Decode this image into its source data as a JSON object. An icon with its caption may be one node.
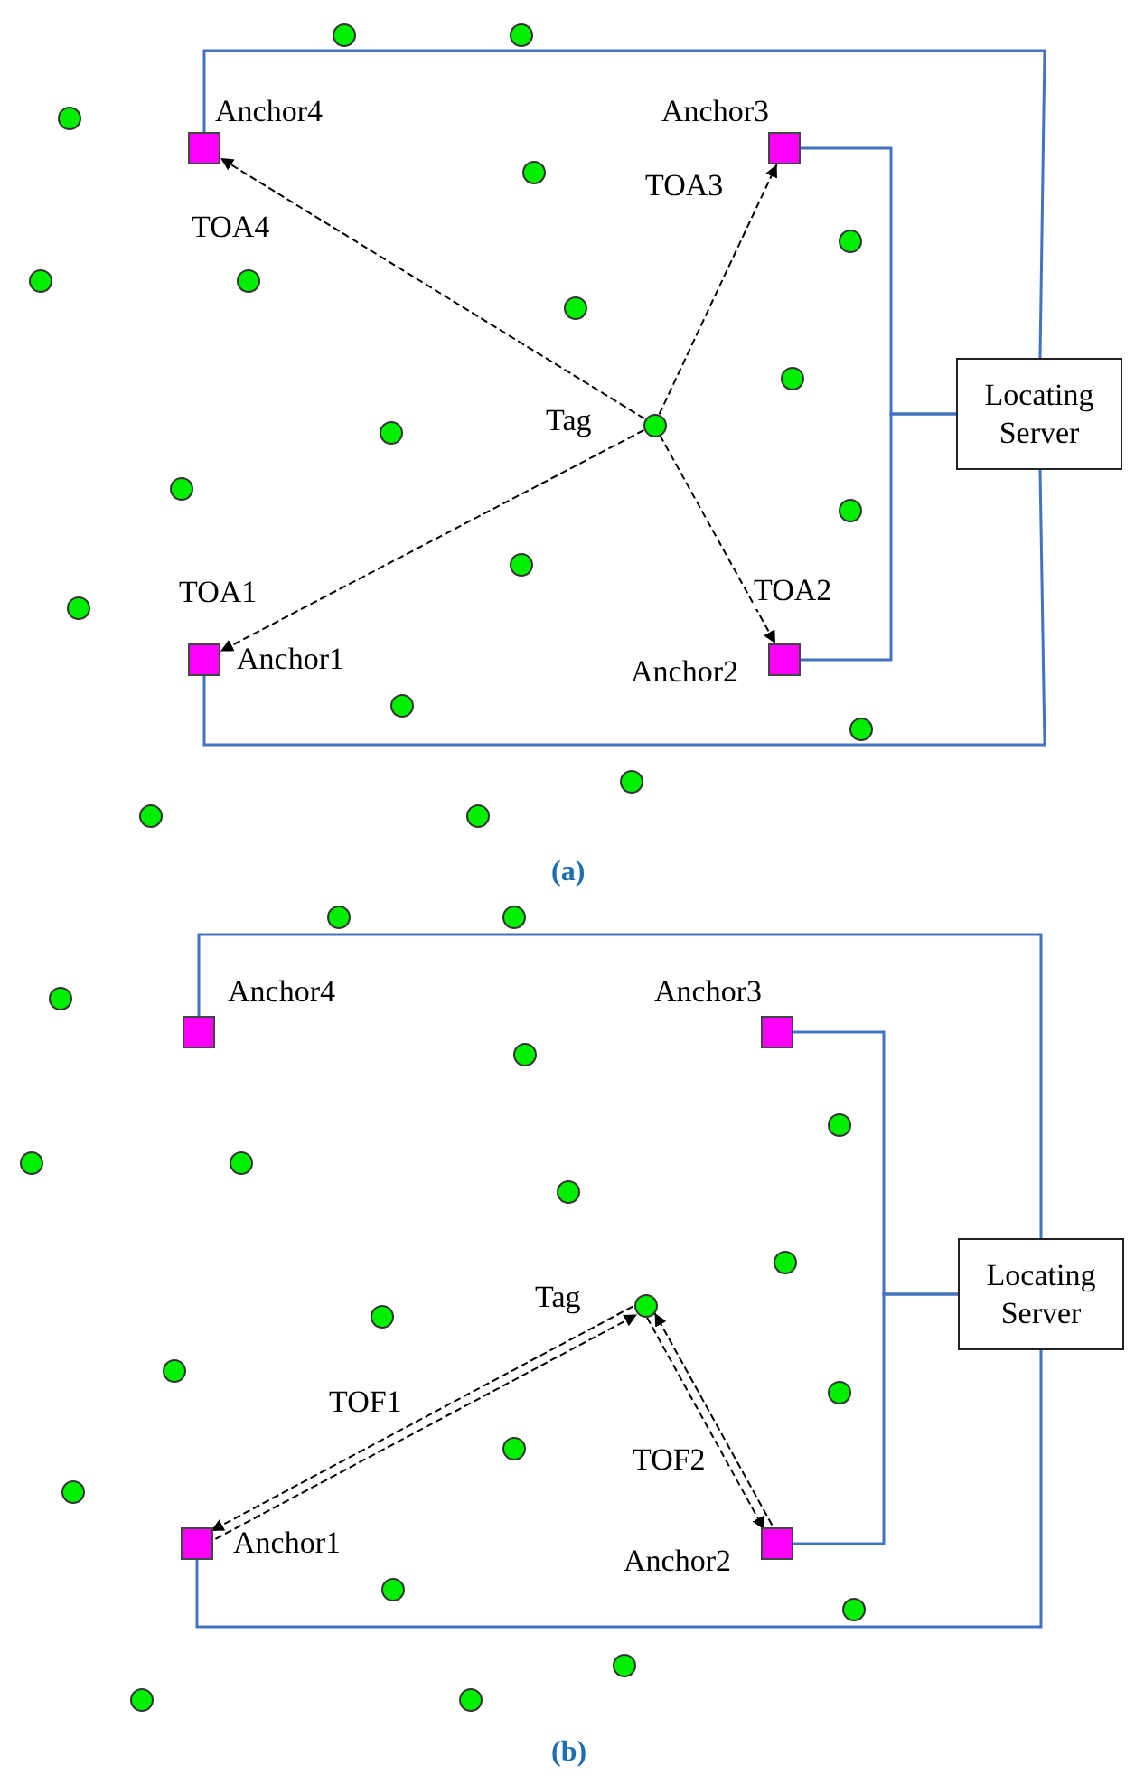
{
  "diagram": {
    "nodes": [
      {
        "text": [
          "Anchor4"
        ]
      },
      {
        "text": [
          "Anchor3"
        ]
      },
      {
        "text": [
          "Tag"
        ]
      },
      {
        "text": [
          "Locating Server"
        ]
      },
      {
        "text": [
          "Anchor1"
        ]
      },
      {
        "text": [
          "Anchor2"
        ]
      },
      {
        "text": [],
        "shape": "circle"
      },
      {
        "text": [],
        "shape": "circle"
      },
      {
        "text": [],
        "shape": "circle"
      },
      {
        "text": [],
        "shape": "circle"
      },
      {
        "text": [],
        "shape": "circle"
      },
      {
        "text": [],
        "shape": "circle"
      },
      {
        "text": [],
        "shape": "circle"
      },
      {
        "text": [],
        "shape": "circle"
      },
      {
        "text": [],
        "shape": "circle"
      },
      {
        "text": [],
        "shape": "circle"
      },
      {
        "text": [],
        "shape": "circle"
      },
      {
        "text": [],
        "shape": "circle"
      },
      {
        "text": [],
        "shape": "circle"
      },
      {
        "text": [],
        "shape": "circle"
      },
      {
        "text": [],
        "shape": "circle"
      },
      {
        "text": [],
        "shape": "circle"
      },
      {
        "text": [],
        "shape": "circle"
      },
      {
        "text": [],
        "shape": "circle"
      },
      {
        "text": [],
        "shape": "circle"
      },
      {
        "text": [
          "Anchor4"
        ]
      },
      {
        "text": [
          "Anchor3"
        ]
      },
      {
        "text": [
          "Tag"
        ]
      },
      {
        "text": [
          "Locating Server"
        ]
      },
      {
        "text": [
          "Anchor1"
        ]
      },
      {
        "text": [
          "Anchor2"
        ]
      },
      {
        "text": [],
        "shape": "circle"
      },
      {
        "text": [],
        "shape": "circle"
      },
      {
        "text": [],
        "shape": "circle"
      },
      {
        "text": [],
        "shape": "circle"
      },
      {
        "text": [],
        "shape": "circle"
      },
      {
        "text": [],
        "shape": "circle"
      },
      {
        "text": [],
        "shape": "circle"
      },
      {
        "text": [],
        "shape": "circle"
      },
      {
        "text": [],
        "shape": "circle"
      },
      {
        "text": [],
        "shape": "circle"
      },
      {
        "text": [],
        "shape": "circle"
      },
      {
        "text": [],
        "shape": "circle"
      },
      {
        "text": [],
        "shape": "circle"
      },
      {
        "text": [],
        "shape": "circle"
      },
      {
        "text": [],
        "shape": "circle"
      },
      {
        "text": [],
        "shape": "circle"
      },
      {
        "text": [],
        "shape": "circle"
      },
      {
        "text": [],
        "shape": "circle"
      },
      {
        "text": [],
        "shape": "circle"
      }
    ],
    "edges": [
      {
        "from": 2,
        "to": 0,
        "arrow": "to",
        "label": "TOA4",
        "style": "dashed"
      },
      {
        "from": 2,
        "to": 1,
        "arrow": "to",
        "label": "TOA3",
        "style": "dashed"
      },
      {
        "from": 2,
        "to": 4,
        "arrow": "to",
        "label": "TOA1",
        "style": "dashed"
      },
      {
        "from": 2,
        "to": 5,
        "arrow": "to",
        "label": "TOA2",
        "style": "dashed"
      },
      {
        "from": 0,
        "to": 3,
        "arrow": "none",
        "color": "#4472c4"
      },
      {
        "from": 1,
        "to": 3,
        "arrow": "none",
        "color": "#4472c4"
      },
      {
        "from": 4,
        "to": 3,
        "arrow": "none",
        "color": "#4472c4"
      },
      {
        "from": 5,
        "to": 3,
        "arrow": "none",
        "color": "#4472c4"
      },
      {
        "from": 29,
        "to": 27,
        "arrow": "to",
        "label": "TOF1",
        "style": "dashed"
      },
      {
        "from": 27,
        "to": 29,
        "arrow": "to",
        "style": "dashed"
      },
      {
        "from": 30,
        "to": 27,
        "arrow": "to",
        "label": "TOF2",
        "style": "dashed"
      },
      {
        "from": 27,
        "to": 30,
        "arrow": "to",
        "style": "dashed"
      },
      {
        "from": 25,
        "to": 28,
        "arrow": "none",
        "color": "#4472c4"
      },
      {
        "from": 26,
        "to": 28,
        "arrow": "none",
        "color": "#4472c4"
      },
      {
        "from": 29,
        "to": 28,
        "arrow": "none",
        "color": "#4472c4"
      },
      {
        "from": 30,
        "to": 28,
        "arrow": "none",
        "color": "#4472c4"
      }
    ],
    "labels": [
      "(a)",
      "(b)"
    ]
  }
}
